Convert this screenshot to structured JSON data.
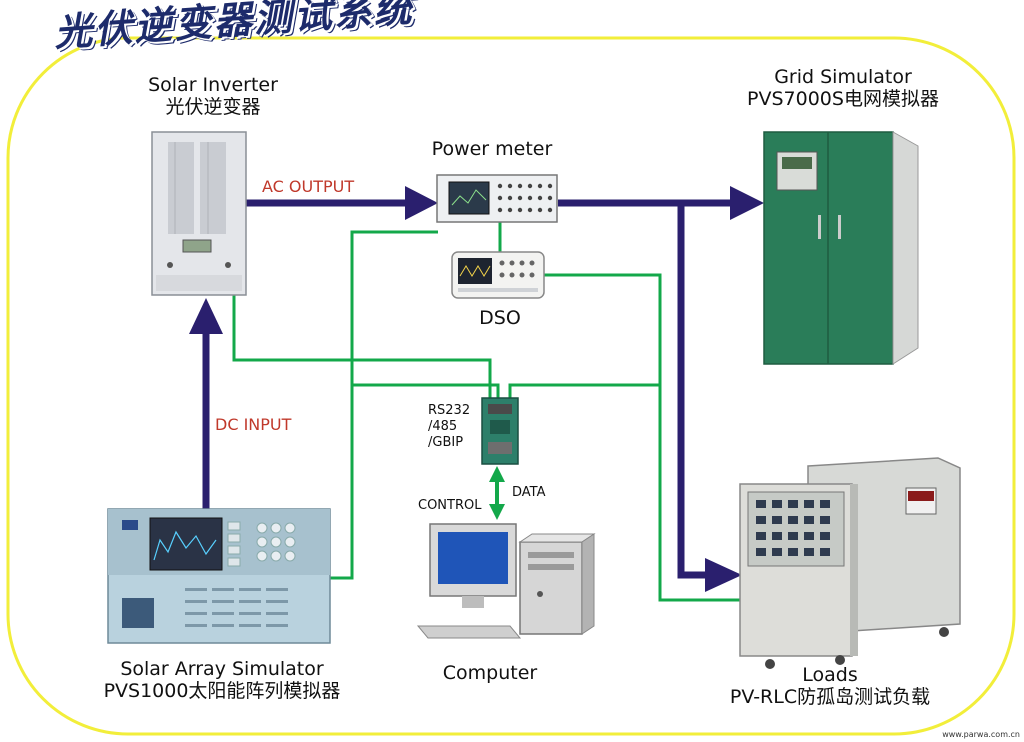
{
  "title": "光伏逆变器测试系统",
  "nodes": {
    "inverter": {
      "line1": "Solar Inverter",
      "line2": "光伏逆变器"
    },
    "power_meter": {
      "label": "Power meter"
    },
    "dso": {
      "label": "DSO"
    },
    "grid": {
      "line1": "Grid Simulator",
      "line2": "PVS7000S电网模拟器"
    },
    "interface": {
      "line1": "RS232",
      "line2": "/485",
      "line3": "/GBIP"
    },
    "array": {
      "line1": "Solar Array Simulator",
      "line2": "PVS1000太阳能阵列模拟器"
    },
    "computer": {
      "label": "Computer"
    },
    "loads": {
      "line1": "Loads",
      "line2": "PV-RLC防孤岛测试负载"
    }
  },
  "edges": {
    "ac_output": "AC OUTPUT",
    "dc_input": "DC INPUT",
    "control": "CONTROL",
    "data": "DATA"
  },
  "watermark": "www.parwa.com.cn",
  "colors": {
    "power_line": "#2a1f6e",
    "signal_line": "#13a84a",
    "border": "#f2ee3a",
    "title": "#1d2b6b",
    "edge_text": "#c0392b"
  }
}
